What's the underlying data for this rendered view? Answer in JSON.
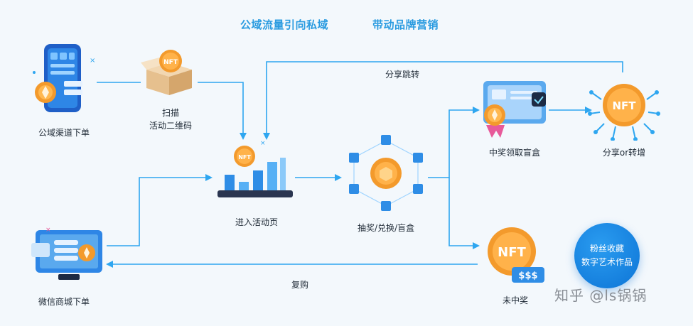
{
  "header": {
    "left_title": "公域流量引向私域",
    "right_title": "带动品牌营销"
  },
  "nodes": {
    "public_order": "公域渠道下单",
    "scan_line1": "扫描",
    "scan_line2": "活动二维码",
    "enter_page": "进入活动页",
    "lottery": "抽奖/兑换/盲盒",
    "win_box": "中奖领取盲盒",
    "share": "分享or转增",
    "no_win": "未中奖",
    "wechat_order": "微信商城下单"
  },
  "edges": {
    "share_jump": "分享跳转",
    "repurchase": "复购"
  },
  "badge": {
    "line1": "粉丝收藏",
    "line2": "数字艺术作品"
  },
  "icon_text": {
    "nft": "NFT",
    "money": "$$$"
  },
  "watermark": "知乎 @ls锅锅",
  "colors": {
    "accent": "#2a9be0",
    "flow_line": "#2ea6f0",
    "coin": "#f39a2c"
  }
}
